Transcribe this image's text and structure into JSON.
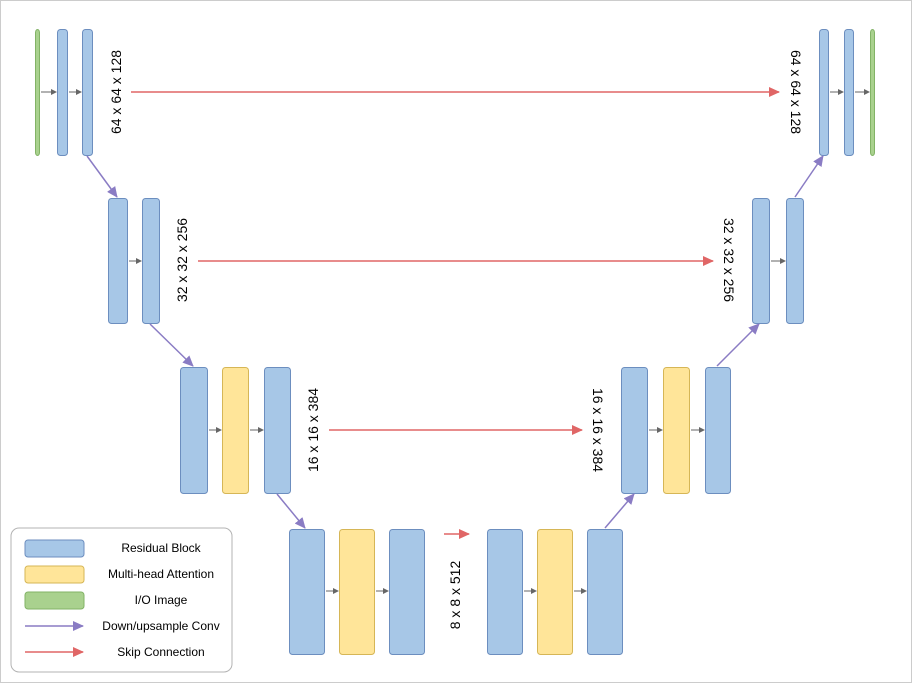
{
  "colors": {
    "residual_fill": "#a7c7e7",
    "residual_stroke": "#6c8ebf",
    "attention_fill": "#ffe599",
    "attention_stroke": "#d6b656",
    "io_fill": "#a9d18e",
    "io_stroke": "#82b366",
    "updown_arrow": "#8a7cc4",
    "skip_arrow": "#e06666",
    "flow_arrow": "#666666",
    "frame": "#cccccc"
  },
  "dims": {
    "level1": "64 x 64 x 128",
    "level2": "32 x 32 x 256",
    "level3": "16 x 16 x 384",
    "level4": "8 x 8 x 512"
  },
  "legend": {
    "residual": "Residual Block",
    "attention": "Multi-head Attention",
    "io": "I/O Image",
    "updown": "Down/upsample Conv",
    "skip": "Skip Connection"
  }
}
